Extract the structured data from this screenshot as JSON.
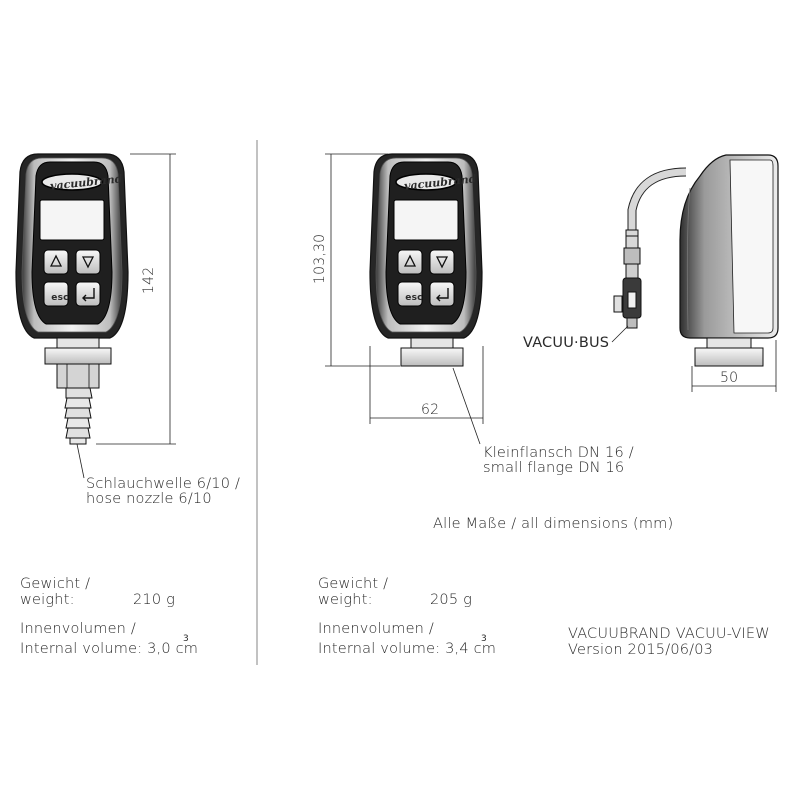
{
  "devices": {
    "brand_logo": "vacuubrand",
    "button_up_icon": "triangle-up-icon",
    "button_down_icon": "triangle-down-icon",
    "button_esc_label": "esc",
    "button_enter_icon": "enter-icon"
  },
  "dimensions": {
    "height_left": "142",
    "height_middle": "103,30",
    "width_middle": "62",
    "depth_right": "50"
  },
  "callouts": {
    "hose_nozzle_line1": "Schlauchwelle 6/10 /",
    "hose_nozzle_line2": "hose nozzle 6/10",
    "flange_line1": "Kleinflansch DN 16 /",
    "flange_line2": "small flange DN 16",
    "vacuu_bus": "VACUU·BUS",
    "all_dimensions": "Alle Maße / all dimensions (mm)"
  },
  "specs": {
    "left": {
      "weight_label_1": "Gewicht /",
      "weight_label_2": "weight:",
      "weight_value": "210 g",
      "volume_label_1": "Innenvolumen /",
      "volume_label_2": "Internal volume: 3,0 cm",
      "volume_sup": "3"
    },
    "middle": {
      "weight_label_1": "Gewicht /",
      "weight_label_2": "weight:",
      "weight_value": "205 g",
      "volume_label_1": "Innenvolumen /",
      "volume_label_2": "Internal volume: 3,4 cm",
      "volume_sup": "3"
    }
  },
  "footer": {
    "product": "VACUUBRAND VACUU-VIEW",
    "version": "Version 2015/06/03"
  }
}
